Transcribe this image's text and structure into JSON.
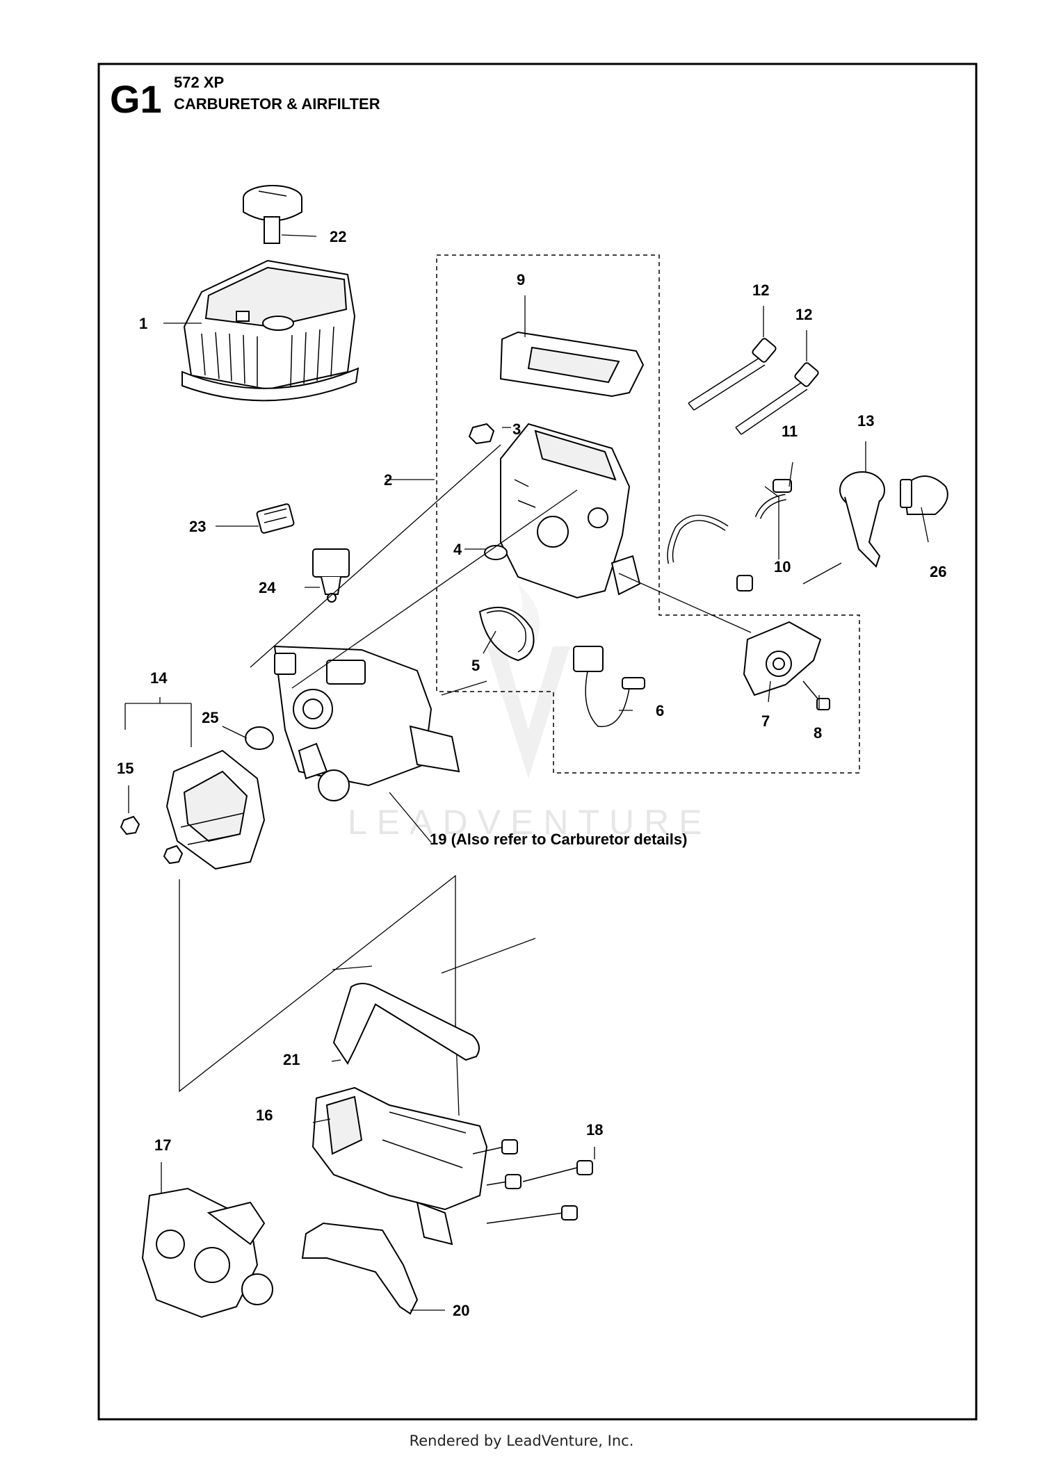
{
  "header": {
    "section_code": "G1",
    "model": "572 XP",
    "title": "CARBURETOR & AIRFILTER"
  },
  "callouts": {
    "c1": "1",
    "c2": "2",
    "c3": "3",
    "c4": "4",
    "c5": "5",
    "c6": "6",
    "c7": "7",
    "c8": "8",
    "c9": "9",
    "c10": "10",
    "c11": "11",
    "c12a": "12",
    "c12b": "12",
    "c13": "13",
    "c14": "14",
    "c15": "15",
    "c16": "16",
    "c17": "17",
    "c18": "18",
    "c19": "19 (Also refer to Carburetor details)",
    "c20": "20",
    "c21": "21",
    "c22": "22",
    "c23": "23",
    "c24": "24",
    "c25": "25",
    "c26": "26"
  },
  "watermark": "LEADVENTURE",
  "footer": "Rendered by LeadVenture, Inc."
}
